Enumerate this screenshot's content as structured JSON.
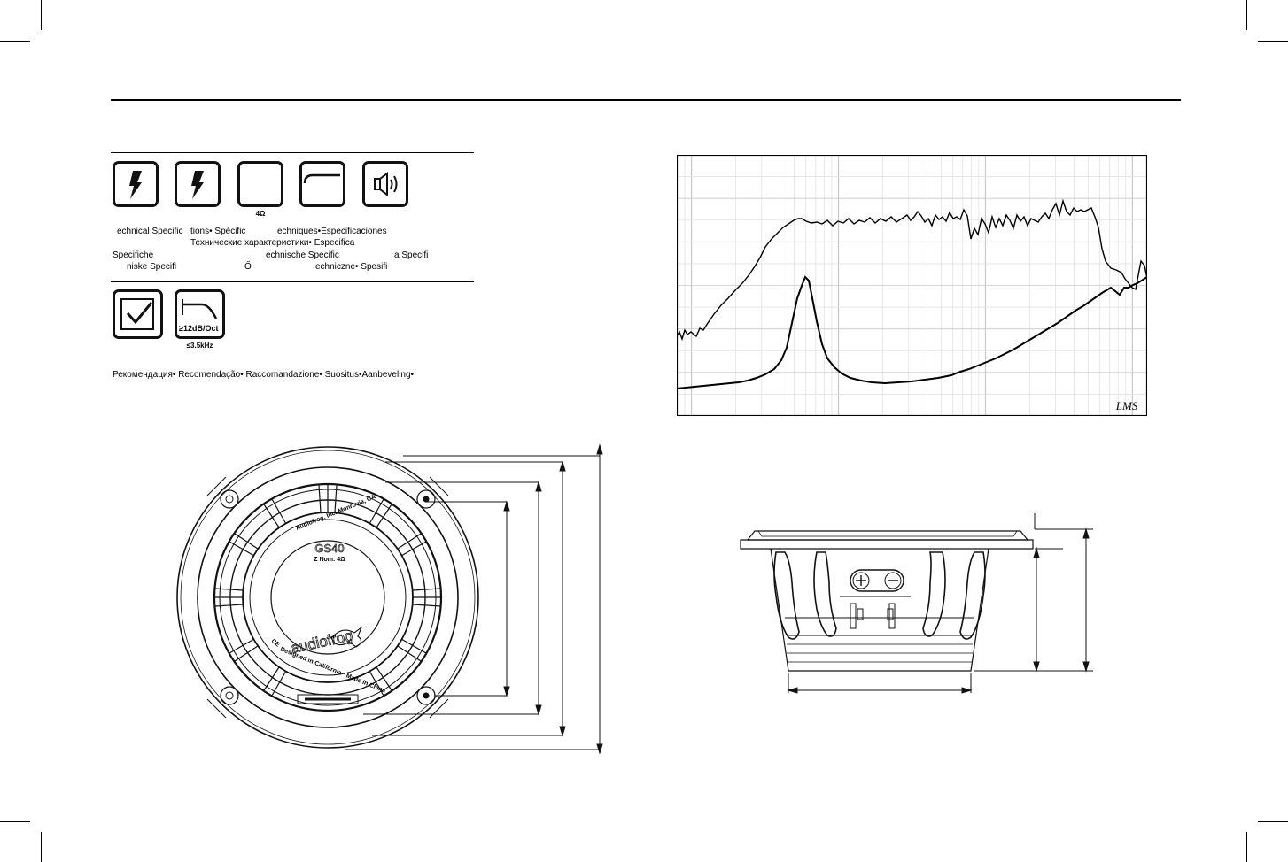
{
  "icons_row1": [
    {
      "name": "lightning-icon"
    },
    {
      "name": "lightning-icon"
    },
    {
      "name": "blank-square-icon",
      "label": "4Ω"
    },
    {
      "name": "blank-divided-icon"
    },
    {
      "name": "speaker-sound-icon"
    }
  ],
  "spec_lines": [
    {
      "segments": [
        "echnical Specific",
        "tions• Spécific",
        "echniques•Especificaciones"
      ]
    },
    {
      "segments": [
        "Технические характеристики• Especifica"
      ]
    },
    {
      "segments": [
        "Specifiche",
        "echnische Specific",
        "a Specifi"
      ]
    },
    {
      "segments": [
        "niske Specifi",
        "Ő",
        "echniczne• Spesifi"
      ]
    }
  ],
  "icons_row2": [
    {
      "name": "checkmark-icon"
    },
    {
      "name": "lowpass-filter-icon",
      "inner_label": "≥12dB/Oct",
      "label": "≤3.5kHz"
    }
  ],
  "recommendation": "Рекомендация• Recomendação• Raccomandazione• Suositus•Aanbeveling•",
  "graph": {
    "watermark": "LMS"
  },
  "speaker_front": {
    "brand_line": "Audiofrog, Inc. Monrovia, CA",
    "model": "GS40",
    "impedance": "Z Nom: 4Ω",
    "logo_text": "audiofrog",
    "bottom_line": "Designed in California  ·  Made in China",
    "ce_mark": "CE"
  },
  "colors": {
    "ink": "#000000",
    "grid": "#c8c8c8",
    "grid_minor": "#e2e2e2"
  }
}
